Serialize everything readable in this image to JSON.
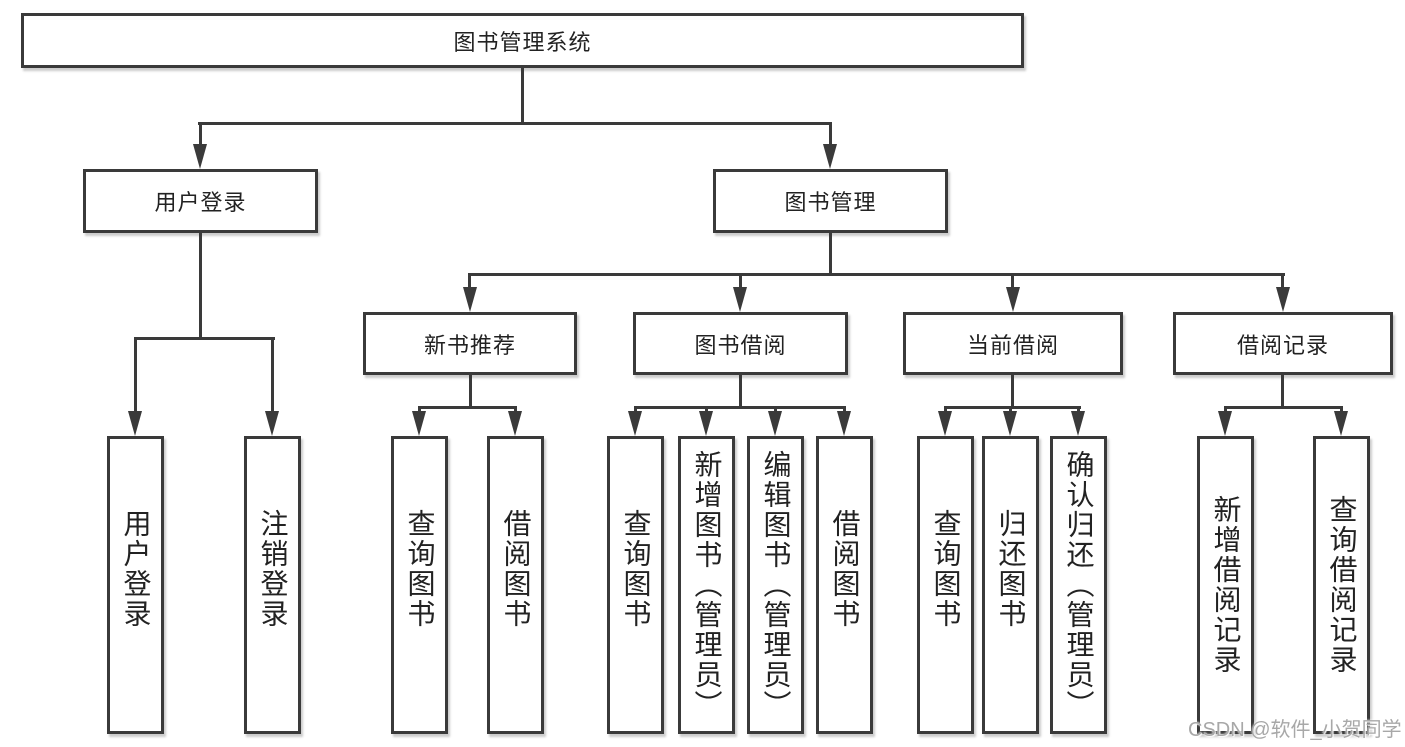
{
  "diagram_title": "图书管理系统",
  "tree": {
    "label": "图书管理系统",
    "children": [
      {
        "label": "用户登录",
        "children": [
          {
            "label": "用户登录"
          },
          {
            "label": "注销登录"
          }
        ]
      },
      {
        "label": "图书管理",
        "children": [
          {
            "label": "新书推荐",
            "children": [
              {
                "label": "查询图书"
              },
              {
                "label": "借阅图书"
              }
            ]
          },
          {
            "label": "图书借阅",
            "children": [
              {
                "label": "查询图书"
              },
              {
                "label": "新增图书（管理员）"
              },
              {
                "label": "编辑图书（管理员）"
              },
              {
                "label": "借阅图书"
              }
            ]
          },
          {
            "label": "当前借阅",
            "children": [
              {
                "label": "查询图书"
              },
              {
                "label": "归还图书"
              },
              {
                "label": "确认归还（管理员）"
              }
            ]
          },
          {
            "label": "借阅记录",
            "children": [
              {
                "label": "新增借阅记录"
              },
              {
                "label": "查询借阅记录"
              }
            ]
          }
        ]
      }
    ]
  },
  "watermark": {
    "text": "CSDN @软件_小贺同学"
  },
  "colors": {
    "background": "#ffffff",
    "line": "#3a3a3a",
    "text": "#222222",
    "watermark": "#a8a8a8"
  }
}
